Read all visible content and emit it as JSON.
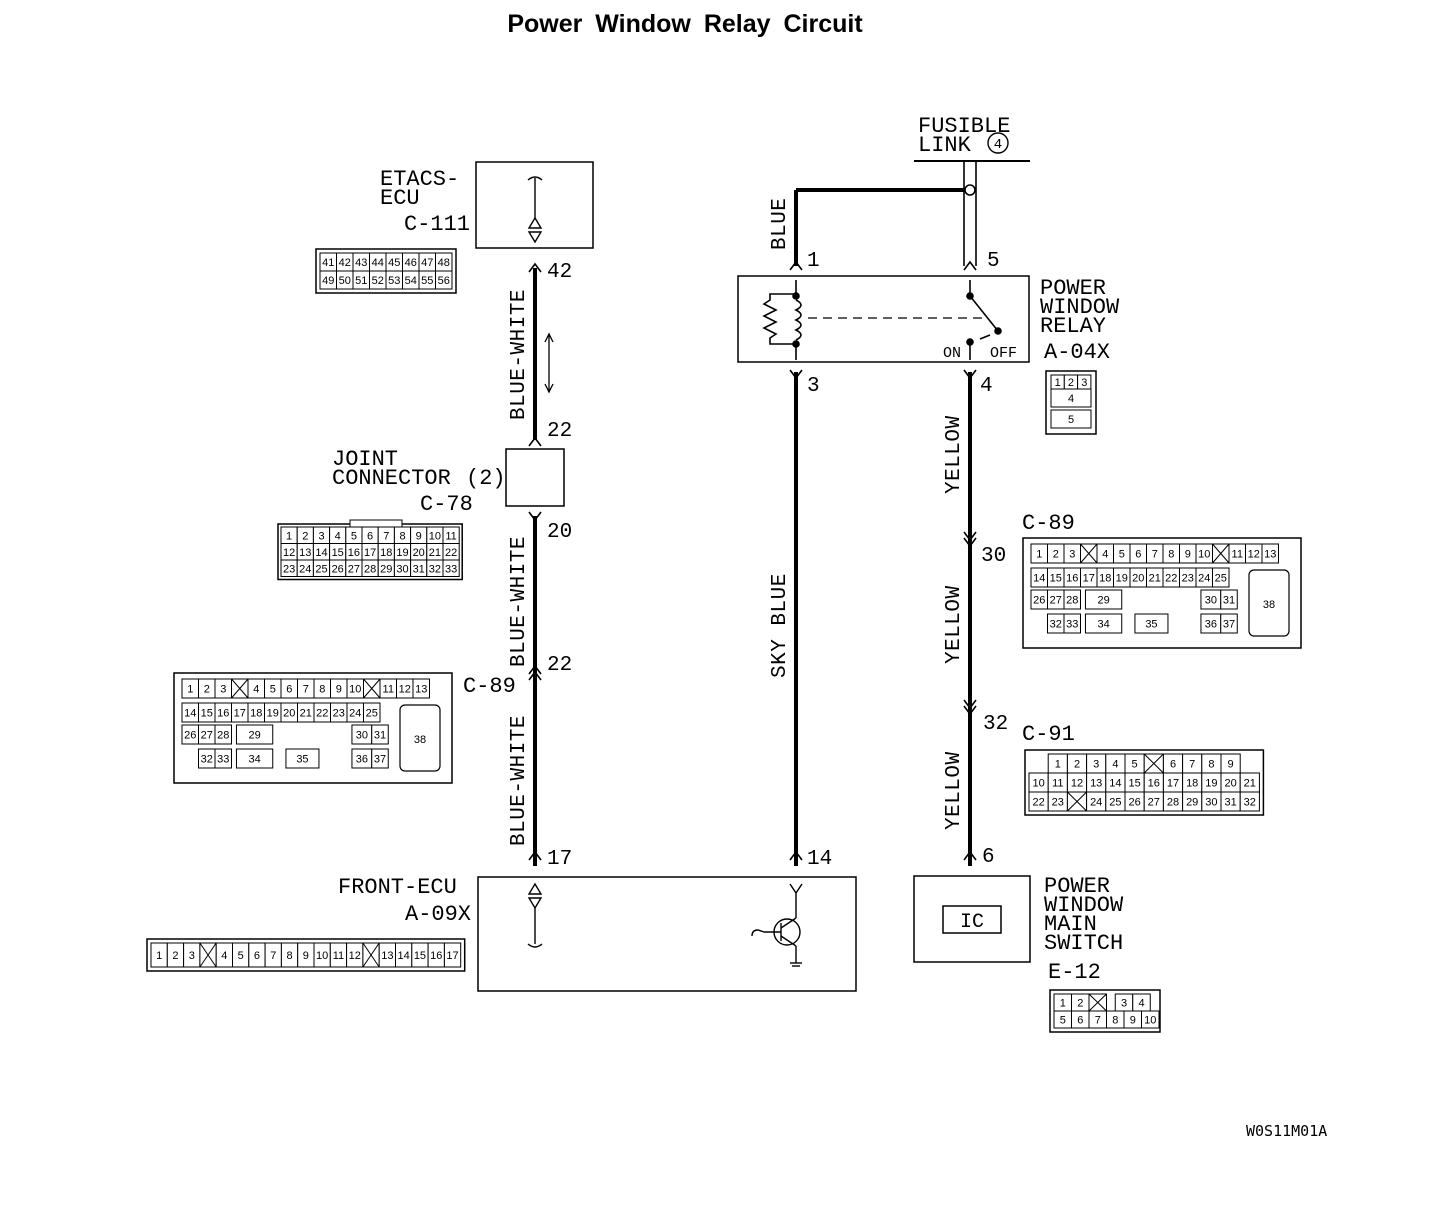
{
  "title": "Power Window Relay Circuit",
  "drawing_code": "W0S11M01A",
  "components": {
    "etacs": {
      "name1": "ETACS-",
      "name2": "ECU",
      "connector": "C-111"
    },
    "joint": {
      "name1": "JOINT",
      "name2": "CONNECTOR",
      "suffix": "(2)",
      "connector": "C-78"
    },
    "c89_left": {
      "connector": "C-89"
    },
    "front_ecu": {
      "name": "FRONT-ECU",
      "connector": "A-09X"
    },
    "fusible": {
      "name1": "FUSIBLE",
      "name2": "LINK",
      "number": "4"
    },
    "relay": {
      "name1": "POWER",
      "name2": "WINDOW",
      "name3": "RELAY",
      "connector": "A-04X",
      "on_label": "ON",
      "off_label": "OFF"
    },
    "c89_right": {
      "connector": "C-89"
    },
    "c91": {
      "connector": "C-91"
    },
    "main_switch": {
      "name1": "POWER",
      "name2": "WINDOW",
      "name3": "MAIN",
      "name4": "SWITCH",
      "connector": "E-12",
      "ic_label": "IC"
    }
  },
  "wires": {
    "blue_white_1": "BLUE-WHITE",
    "blue_white_2": "BLUE-WHITE",
    "blue_white_3": "BLUE-WHITE",
    "blue": "BLUE",
    "sky_blue": "SKY BLUE",
    "yellow_1": "YELLOW",
    "yellow_2": "YELLOW",
    "yellow_3": "YELLOW"
  },
  "pins": {
    "p42": "42",
    "p22a": "22",
    "p20": "20",
    "p22b": "22",
    "p17": "17",
    "p1": "1",
    "p3": "3",
    "p14": "14",
    "p5": "5",
    "p4": "4",
    "p30": "30",
    "p32": "32",
    "p6": "6"
  },
  "connector_faces": {
    "c111": [
      [
        "41",
        "42",
        "43",
        "44",
        "45",
        "46",
        "47",
        "48"
      ],
      [
        "49",
        "50",
        "51",
        "52",
        "53",
        "54",
        "55",
        "56"
      ]
    ],
    "c78": [
      [
        "1",
        "2",
        "3",
        "4",
        "5",
        "6",
        "7",
        "8",
        "9",
        "10",
        "11"
      ],
      [
        "12",
        "13",
        "14",
        "15",
        "16",
        "17",
        "18",
        "19",
        "20",
        "21",
        "22"
      ],
      [
        "23",
        "24",
        "25",
        "26",
        "27",
        "28",
        "29",
        "30",
        "31",
        "32",
        "33"
      ]
    ],
    "a04x": [
      [
        "1",
        "2",
        "3"
      ],
      [
        "4"
      ],
      [
        "5"
      ]
    ],
    "c89": [
      [
        "1",
        "2",
        "3",
        "",
        "4",
        "5",
        "6",
        "7",
        "8",
        "9",
        "10",
        "",
        "11",
        "12",
        "13"
      ],
      [
        "14",
        "15",
        "16",
        "17",
        "18",
        "19",
        "20",
        "21",
        "22",
        "23",
        "24",
        "25"
      ],
      [
        "26",
        "27",
        "28",
        "29",
        "30",
        "31"
      ],
      [
        "32",
        "33",
        "34",
        "35",
        "36",
        "37"
      ],
      [
        "38"
      ]
    ],
    "c91": [
      [
        "1",
        "2",
        "3",
        "4",
        "5",
        "",
        "6",
        "7",
        "8",
        "9"
      ],
      [
        "10",
        "11",
        "12",
        "13",
        "14",
        "15",
        "16",
        "17",
        "18",
        "19",
        "20",
        "21"
      ],
      [
        "22",
        "23",
        "",
        "24",
        "25",
        "26",
        "27",
        "28",
        "29",
        "30",
        "31",
        "32"
      ]
    ],
    "a09x": [
      [
        "1",
        "2",
        "3",
        "",
        "4",
        "5",
        "6",
        "7",
        "8",
        "9",
        "10",
        "11",
        "12",
        "",
        "13",
        "14",
        "15",
        "16",
        "17"
      ]
    ],
    "e12": [
      [
        "1",
        "2",
        "",
        "3",
        "4"
      ],
      [
        "5",
        "6",
        "7",
        "8",
        "9",
        "10"
      ]
    ]
  }
}
